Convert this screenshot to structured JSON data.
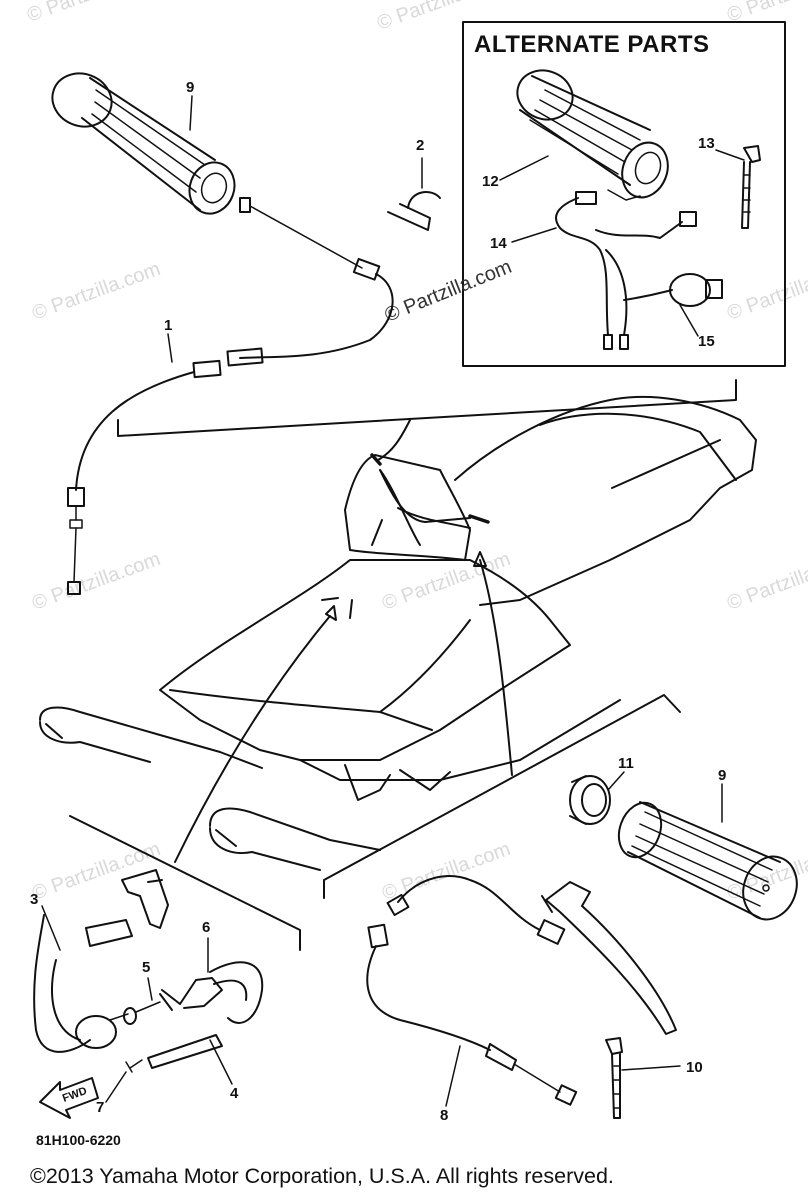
{
  "diagram": {
    "alternate_parts_title": "ALTERNATE PARTS",
    "drawing_code": "81H100-6220",
    "fwd_label": "FWD",
    "center_watermark": "© Partzilla.com",
    "watermark_text": "© Partzilla.com",
    "callouts": {
      "c1": "1",
      "c2": "2",
      "c3": "3",
      "c4": "4",
      "c5": "5",
      "c6": "6",
      "c7": "7",
      "c8": "8",
      "c9_top": "9",
      "c9_right": "9",
      "c10": "10",
      "c11": "11",
      "c12": "12",
      "c13": "13",
      "c14": "14",
      "c15": "15"
    }
  },
  "footer": {
    "copyright": "©2013  Yamaha Motor Corporation, U.S.A. All rights reserved."
  }
}
